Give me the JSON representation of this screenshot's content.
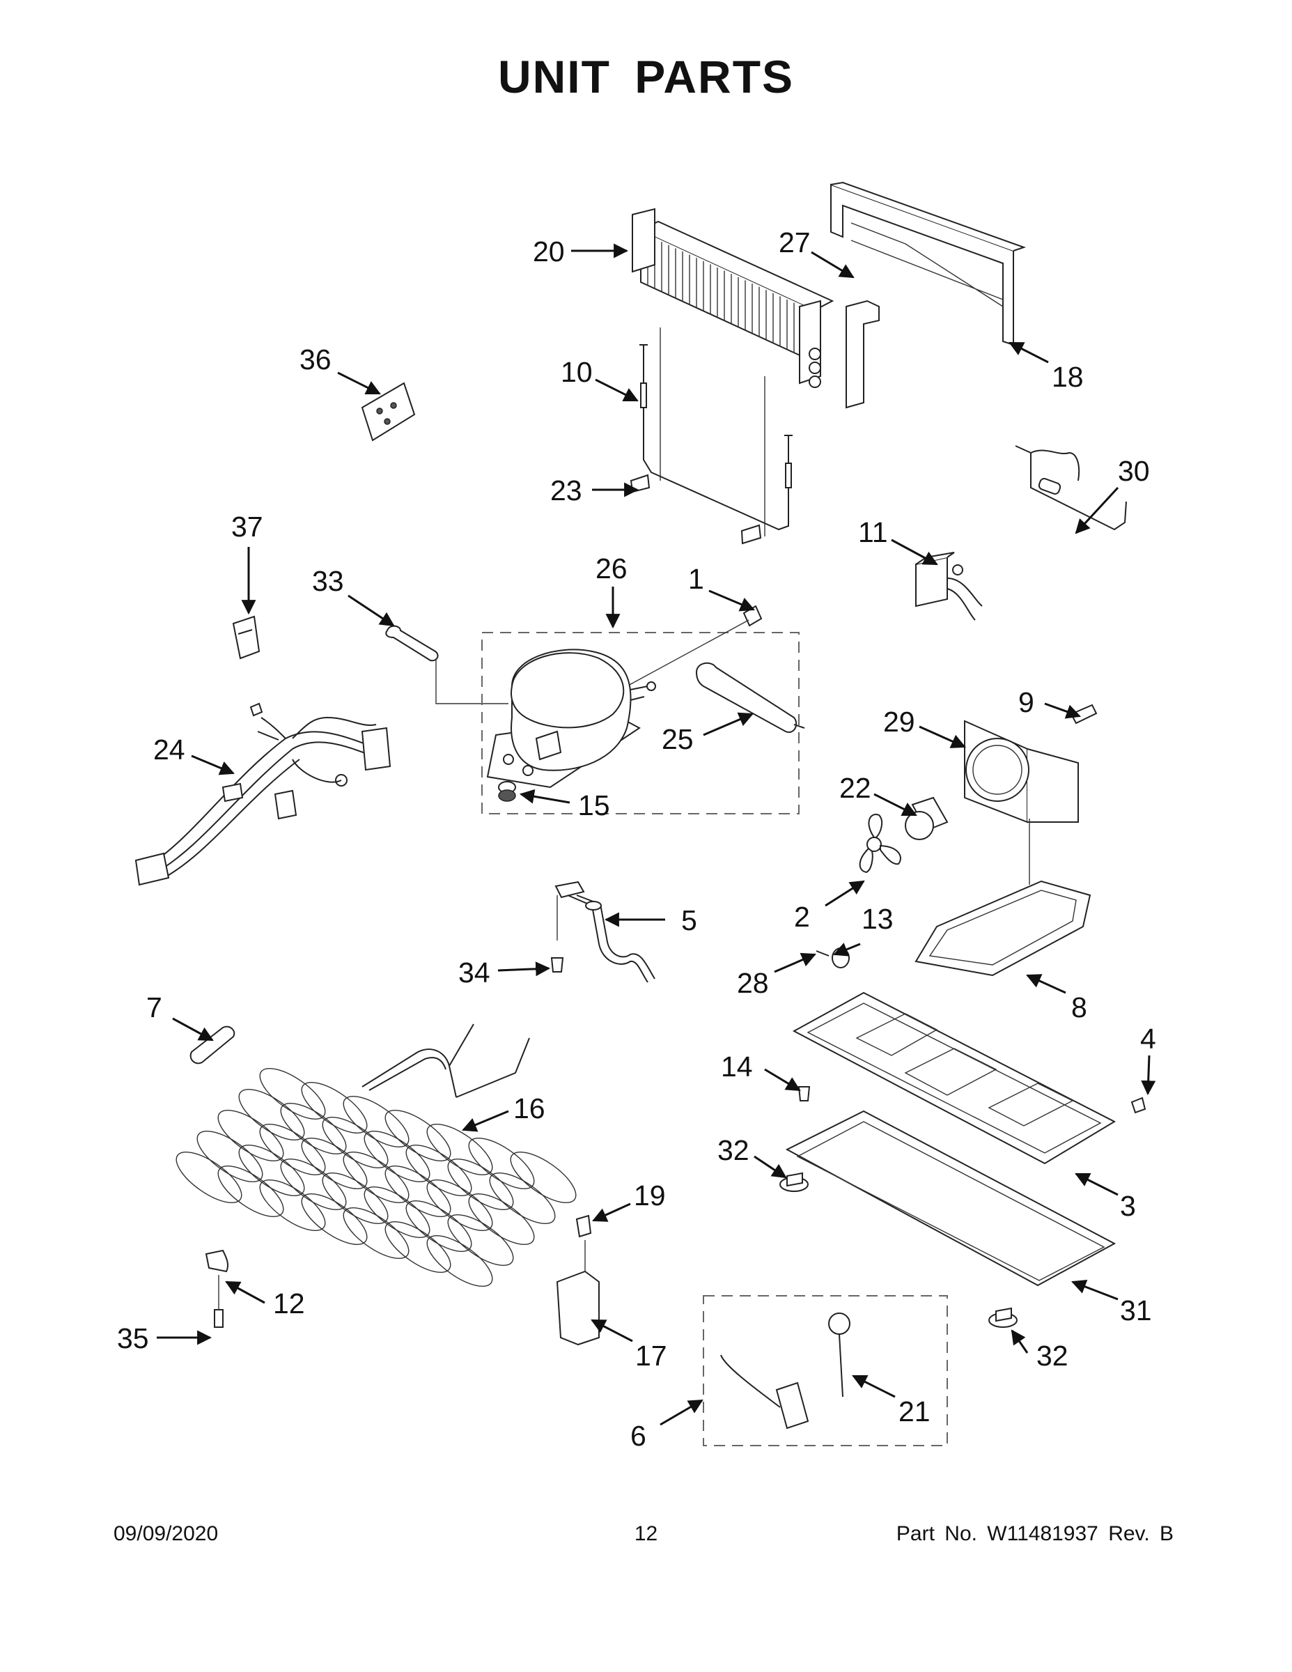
{
  "title": "UNIT PARTS",
  "footer": {
    "date": "09/09/2020",
    "page": "12",
    "part_number": "Part No.  W11481937  Rev.  B"
  },
  "callouts": [
    {
      "id": "20",
      "label": "20"
    },
    {
      "id": "27",
      "label": "27"
    },
    {
      "id": "18",
      "label": "18"
    },
    {
      "id": "36",
      "label": "36"
    },
    {
      "id": "10",
      "label": "10"
    },
    {
      "id": "23",
      "label": "23"
    },
    {
      "id": "30",
      "label": "30"
    },
    {
      "id": "37",
      "label": "37"
    },
    {
      "id": "11",
      "label": "11"
    },
    {
      "id": "33",
      "label": "33"
    },
    {
      "id": "26",
      "label": "26"
    },
    {
      "id": "1",
      "label": "1"
    },
    {
      "id": "9",
      "label": "9"
    },
    {
      "id": "24",
      "label": "24"
    },
    {
      "id": "25",
      "label": "25"
    },
    {
      "id": "29",
      "label": "29"
    },
    {
      "id": "22",
      "label": "22"
    },
    {
      "id": "15",
      "label": "15"
    },
    {
      "id": "5",
      "label": "5"
    },
    {
      "id": "2",
      "label": "2"
    },
    {
      "id": "13",
      "label": "13"
    },
    {
      "id": "34",
      "label": "34"
    },
    {
      "id": "28",
      "label": "28"
    },
    {
      "id": "8",
      "label": "8"
    },
    {
      "id": "7",
      "label": "7"
    },
    {
      "id": "4",
      "label": "4"
    },
    {
      "id": "14",
      "label": "14"
    },
    {
      "id": "16",
      "label": "16"
    },
    {
      "id": "32a",
      "label": "32"
    },
    {
      "id": "3",
      "label": "3"
    },
    {
      "id": "19",
      "label": "19"
    },
    {
      "id": "12",
      "label": "12"
    },
    {
      "id": "31",
      "label": "31"
    },
    {
      "id": "35",
      "label": "35"
    },
    {
      "id": "17",
      "label": "17"
    },
    {
      "id": "32b",
      "label": "32"
    },
    {
      "id": "21",
      "label": "21"
    },
    {
      "id": "6",
      "label": "6"
    }
  ]
}
